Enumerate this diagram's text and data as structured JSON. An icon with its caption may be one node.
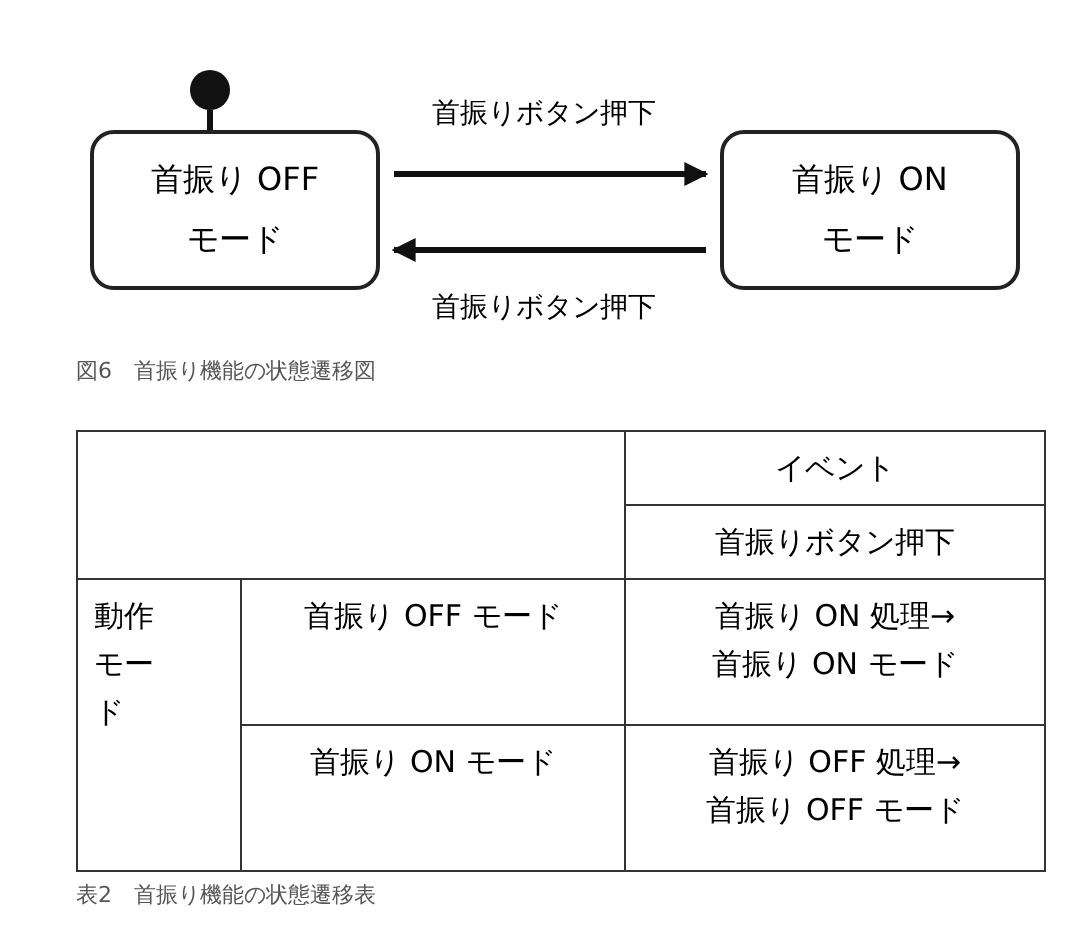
{
  "diagram": {
    "nodes": [
      {
        "text": [],
        "shape": "circle"
      },
      {
        "text": [
          "首振り OFFモード"
        ]
      },
      {
        "text": [
          "首振り ONモード"
        ]
      }
    ],
    "edges": [
      {
        "from": 0,
        "to": 1,
        "arrow": "none"
      },
      {
        "from": 1,
        "to": 2,
        "arrow": "to",
        "label": "首振りボタン押下"
      },
      {
        "from": 2,
        "to": 1,
        "arrow": "to",
        "label": "首振りボタン押下"
      }
    ],
    "labels": [
      "図6　首振り機能の状態遷移図",
      "イベント",
      "首振りボタン押下",
      "動作モード",
      "首振り OFF モード",
      "首振り ON 処理→首振り ON モード",
      "首振り ON モード",
      "首振り OFF 処理→首振り OFF モード",
      "表2　首振り機能の状態遷移表"
    ]
  }
}
